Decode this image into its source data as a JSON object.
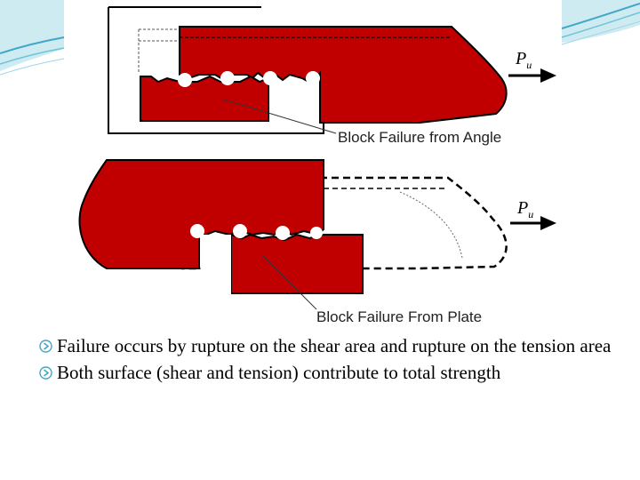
{
  "slide": {
    "accent_color": "#3fa7c7",
    "background_color": "#ffffff"
  },
  "figure": {
    "plate_color": "#c00000",
    "top_label": "Block Failure from Angle",
    "bottom_label": "Block Failure From Plate",
    "force_symbol": "P",
    "force_subscript": "u"
  },
  "bullets": [
    {
      "text": "Failure occurs by rupture on the shear area and rupture on the tension area",
      "icon": "bullet-arrow-icon"
    },
    {
      "text": "Both surface (shear and tension) contribute to total strength",
      "icon": "bullet-arrow-icon"
    }
  ]
}
